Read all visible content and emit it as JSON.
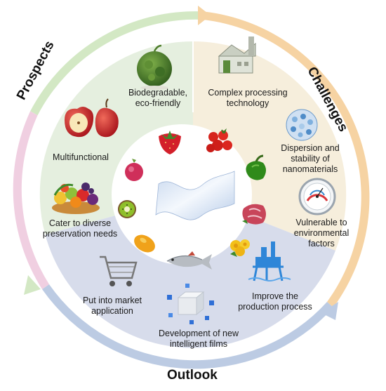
{
  "sections": {
    "prospects": {
      "title": "Prospects",
      "items": [
        "Biodegradable,\neco-friendly",
        "Multifunctional",
        "Cater to diverse\npreservation needs"
      ]
    },
    "challenges": {
      "title": "Challenges",
      "items": [
        "Complex processing\ntechnology",
        "Dispersion and\nstability of\nnanomaterials",
        "Vulnerable to\nenvironmental\nfactors"
      ]
    },
    "outlook": {
      "title": "Outlook",
      "items": [
        "Put into market\napplication",
        "Improve the\nproduction process",
        "Development of new\nintelligent films"
      ]
    }
  },
  "colors": {
    "prospects_bg": "#e5efdf",
    "challenges_bg": "#f6eedc",
    "outlook_bg": "#d7dceb",
    "ring_green": "#d3e8c4",
    "ring_orange": "#f6d3a3",
    "ring_blue": "#bccbe3",
    "ring_pink": "#f0cfe1"
  },
  "icons": {
    "prospects": [
      "earth-moss-globe-icon",
      "apple-icon",
      "fruit-basket-icon"
    ],
    "challenges": [
      "factory-icon",
      "nanoparticle-icon",
      "thermometer-hygrometer-icon"
    ],
    "outlook": [
      "shopping-cart-icon",
      "cube-network-icon",
      "offshore-platform-icon"
    ],
    "center_foods": [
      "strawberry-icon",
      "cherry-tomatoes-icon",
      "lychee-icon",
      "green-pepper-icon",
      "kiwi-icon",
      "raw-meat-icon",
      "mango-icon",
      "fish-icon",
      "chrysanthemum-icon"
    ],
    "center": "transparent-film-icon"
  }
}
